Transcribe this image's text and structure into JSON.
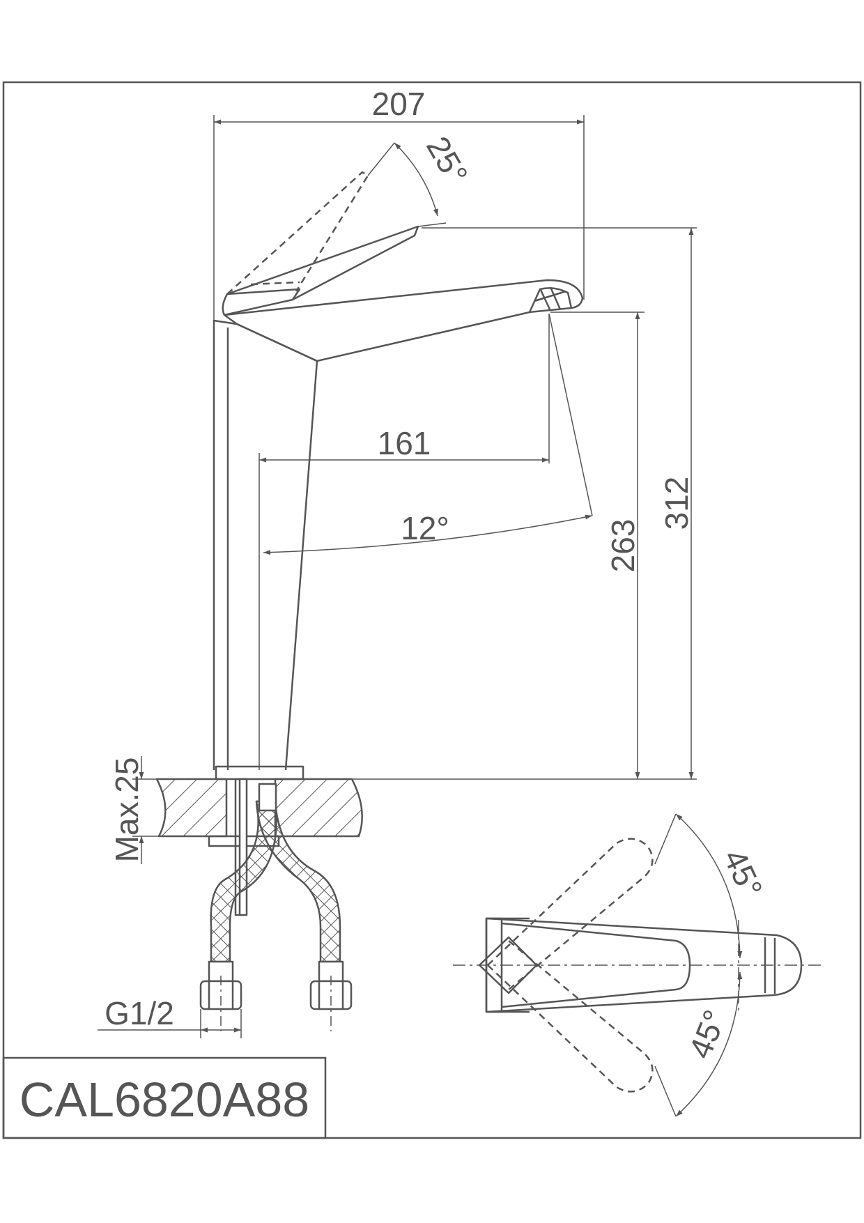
{
  "model_code": "CAL6820A88",
  "dimensions": {
    "overall_width": "207",
    "spout_reach": "161",
    "overall_height": "312",
    "spout_height": "263",
    "handle_angle": "25°",
    "spout_swivel_angle": "12°",
    "handle_rotation_top": "45°",
    "handle_rotation_bottom": "45°",
    "max_deck_thickness": "Max.25",
    "connection_thread": "G1/2"
  },
  "colors": {
    "line": "#555555",
    "background": "#ffffff"
  }
}
